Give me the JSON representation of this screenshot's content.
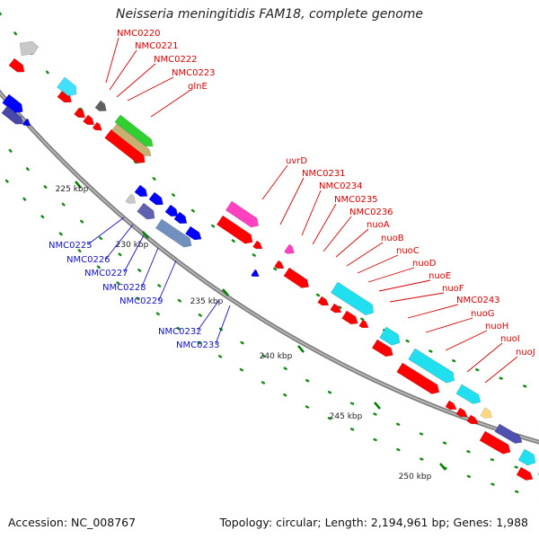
{
  "title": "Neisseria meningitidis FAM18, complete genome",
  "footer": {
    "accession": "Accession: NC_008767",
    "topology": "Topology: circular; Length: 2,194,961 bp; Genes: 1,988"
  },
  "colors": {
    "backbone": "#808080",
    "forward_feature": "#ff0000",
    "reverse_feature": "#0000ff",
    "forward_label": "#d40000",
    "reverse_label": "#1010c0",
    "tick": "#008000",
    "dotted_track": "#1a8a1a"
  },
  "scale_ticks": [
    {
      "label": "225 kbp"
    },
    {
      "label": "230 kbp"
    },
    {
      "label": "235 kbp"
    },
    {
      "label": "240 kbp"
    },
    {
      "label": "245 kbp"
    },
    {
      "label": "250 kbp"
    }
  ],
  "forward_labels": [
    {
      "text": "NMC0220"
    },
    {
      "text": "NMC0221"
    },
    {
      "text": "NMC0222"
    },
    {
      "text": "NMC0223"
    },
    {
      "text": "glnE"
    },
    {
      "text": "uvrD"
    },
    {
      "text": "NMC0231"
    },
    {
      "text": "NMC0234"
    },
    {
      "text": "NMC0235"
    },
    {
      "text": "NMC0236"
    },
    {
      "text": "nuoA"
    },
    {
      "text": "nuoB"
    },
    {
      "text": "nuoC"
    },
    {
      "text": "nuoD"
    },
    {
      "text": "nuoE"
    },
    {
      "text": "nuoF"
    },
    {
      "text": "NMC0243"
    },
    {
      "text": "nuoG"
    },
    {
      "text": "nuoH"
    },
    {
      "text": "nuoI"
    },
    {
      "text": "nuoJ"
    }
  ],
  "reverse_labels": [
    {
      "text": "NMC0225"
    },
    {
      "text": "NMC0226"
    },
    {
      "text": "NMC0227"
    },
    {
      "text": "NMC0228"
    },
    {
      "text": "NMC0229"
    },
    {
      "text": "NMC0232"
    },
    {
      "text": "NMC0233"
    }
  ]
}
